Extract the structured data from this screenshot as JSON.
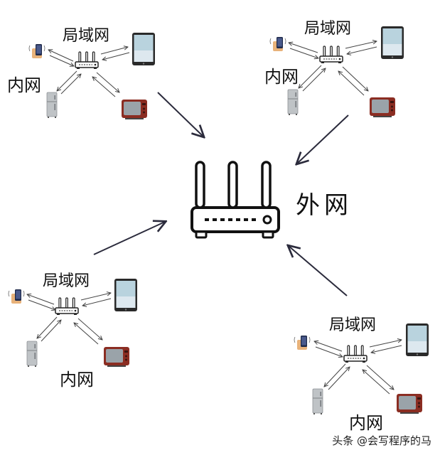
{
  "labels": {
    "lan": "局域网",
    "intranet": "内网",
    "wan": "外网"
  },
  "watermark": {
    "text": "头条 @会写程序的马"
  },
  "icons": {
    "central": "router-icon",
    "lan_router": "small-router-icon",
    "phone": "smartphone-icon",
    "tablet": "tablet-icon",
    "fridge": "refrigerator-icon",
    "tv": "television-icon"
  },
  "colors": {
    "arrow": "#2b2b3c",
    "tablet_screen": "#b9d3de",
    "phone_screen": "#4a5a8c",
    "tv_screen": "#9aa3a9",
    "tv_body": "#8b2d22",
    "fridge": "#bfc3c6"
  }
}
